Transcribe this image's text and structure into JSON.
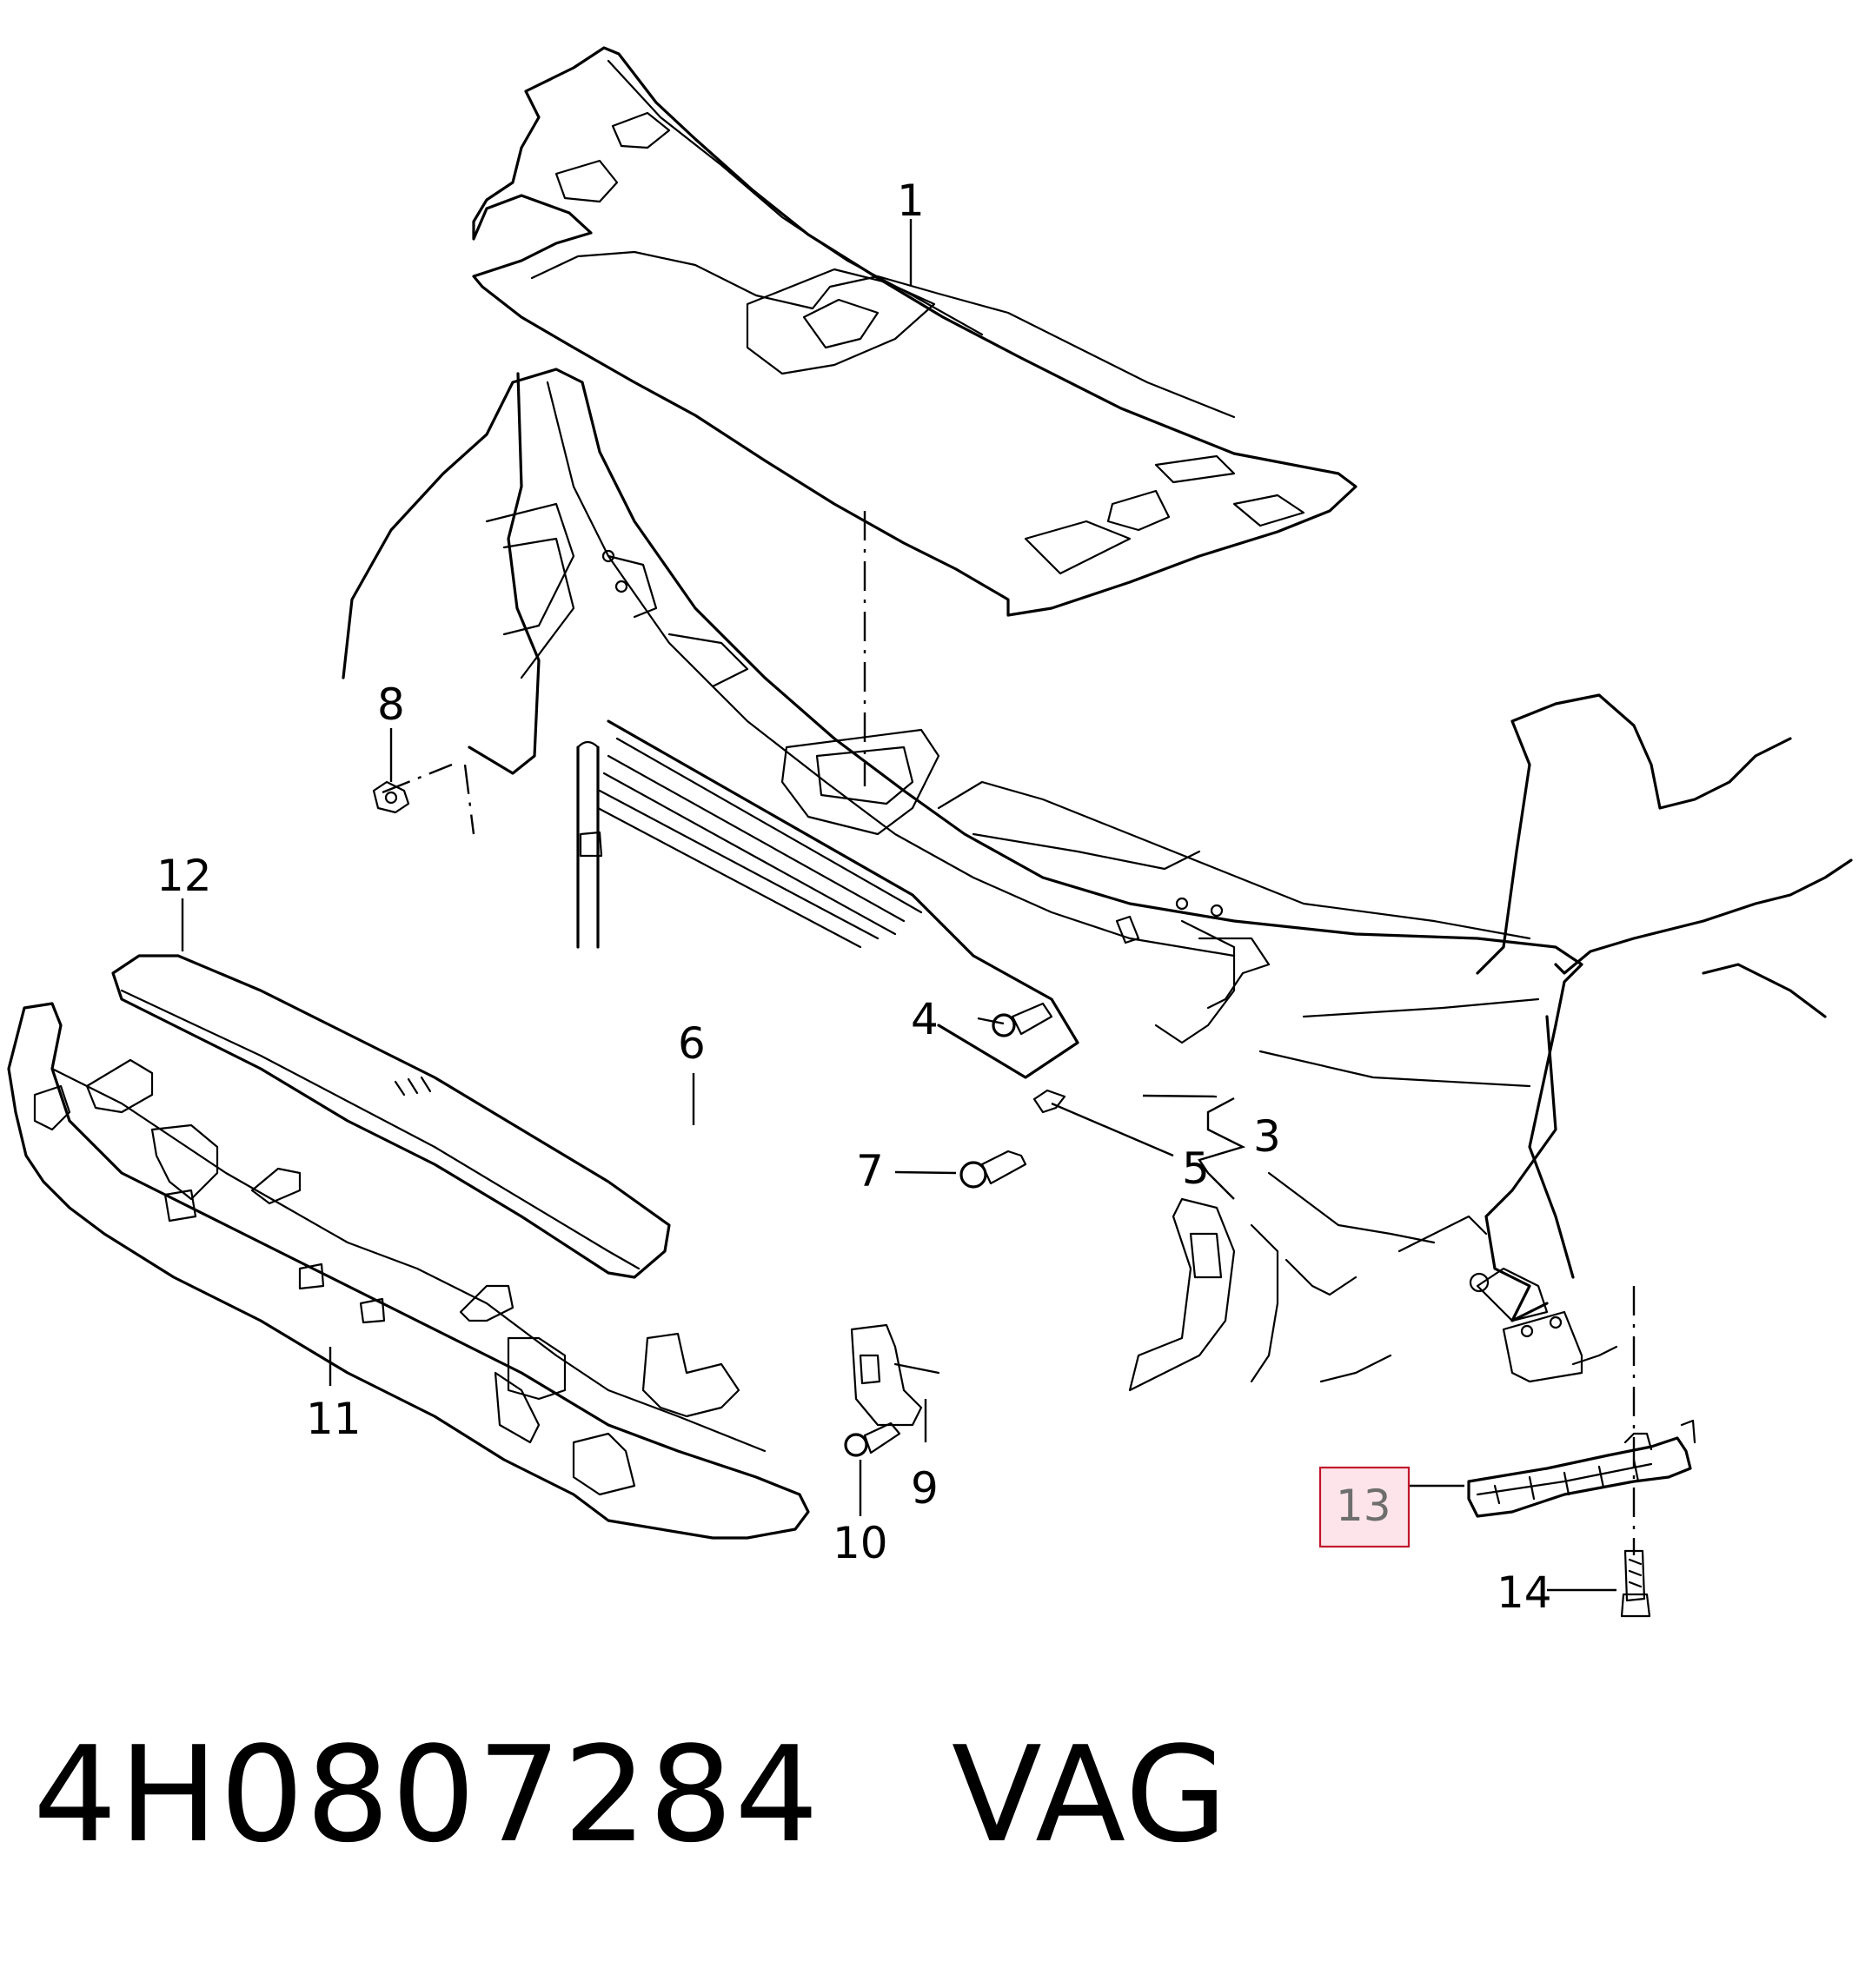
{
  "callouts": [
    {
      "id": "1",
      "label": "1"
    },
    {
      "id": "3",
      "label": "3"
    },
    {
      "id": "4",
      "label": "4"
    },
    {
      "id": "5",
      "label": "5"
    },
    {
      "id": "6",
      "label": "6"
    },
    {
      "id": "7",
      "label": "7"
    },
    {
      "id": "8",
      "label": "8"
    },
    {
      "id": "9",
      "label": "9"
    },
    {
      "id": "10",
      "label": "10"
    },
    {
      "id": "11",
      "label": "11"
    },
    {
      "id": "12",
      "label": "12"
    },
    {
      "id": "13",
      "label": "13",
      "highlighted": true
    },
    {
      "id": "14",
      "label": "14"
    }
  ],
  "highlight_color": "#fde4ea",
  "highlight_border_color": "#c2162b",
  "caption": {
    "part_number": "4H0807284",
    "brand": "VAG",
    "text": "4H0807284   VAG"
  }
}
